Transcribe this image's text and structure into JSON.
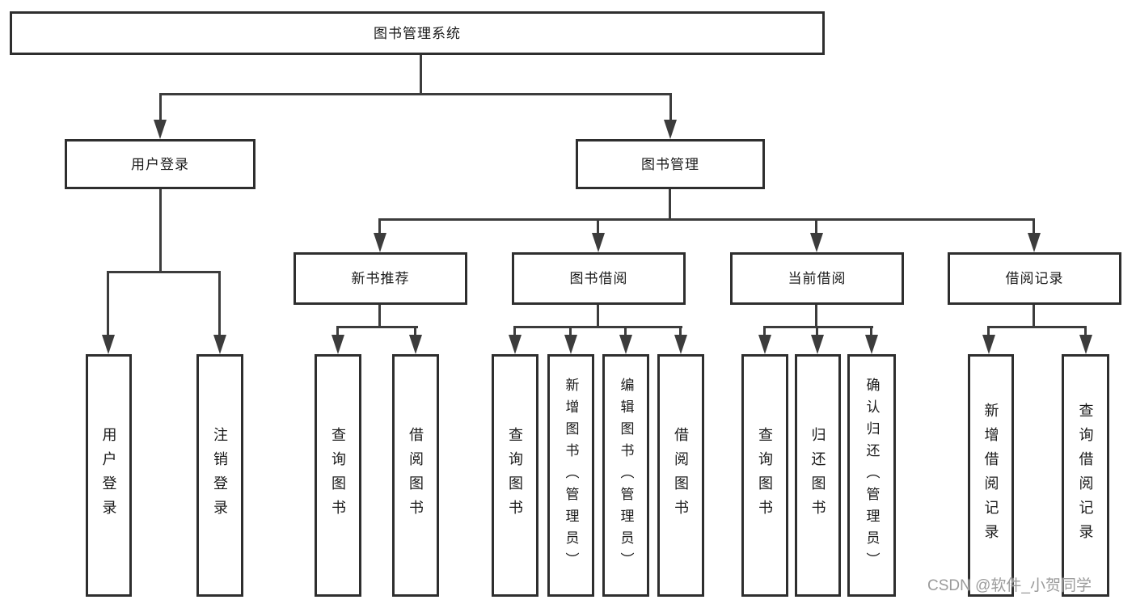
{
  "diagram": {
    "title": "图书管理系统",
    "children": [
      {
        "label": "用户登录",
        "children": [
          {
            "label": "用户登录"
          },
          {
            "label": "注销登录"
          }
        ]
      },
      {
        "label": "图书管理",
        "children": [
          {
            "label": "新书推荐",
            "children": [
              {
                "label": "查询图书"
              },
              {
                "label": "借阅图书"
              }
            ]
          },
          {
            "label": "图书借阅",
            "children": [
              {
                "label": "查询图书"
              },
              {
                "label": "新增图书（管理员）"
              },
              {
                "label": "编辑图书（管理员）"
              },
              {
                "label": "借阅图书"
              }
            ]
          },
          {
            "label": "当前借阅",
            "children": [
              {
                "label": "查询图书"
              },
              {
                "label": "归还图书"
              },
              {
                "label": "确认归还（管理员）"
              }
            ]
          },
          {
            "label": "借阅记录",
            "children": [
              {
                "label": "新增借阅记录"
              },
              {
                "label": "查询借阅记录"
              }
            ]
          }
        ]
      }
    ]
  },
  "watermark": {
    "text": "CSDN @软件_小贺同学"
  },
  "colors": {
    "line": "#3c3c3c",
    "box_border": "#2e2e2e",
    "box_fill": "#ffffff",
    "text": "#1a1a1a",
    "watermark": "#9b9b9b",
    "background": "#ffffff"
  }
}
